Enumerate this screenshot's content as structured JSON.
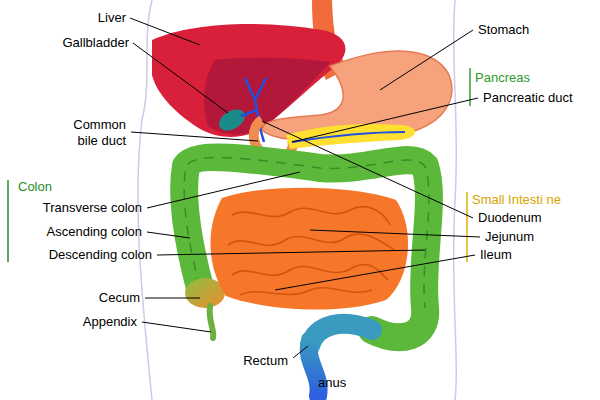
{
  "diagram": {
    "labels": [
      "Liver",
      "Gallbladder",
      "Stomach",
      "Pancreas",
      "Pancreatic duct",
      "Common bile duct",
      "Colon",
      "Small Intesti ne",
      "Transverse colon",
      "Duodenum",
      "Ascending colon",
      "Jejunum",
      "Descending colon",
      "Ileum",
      "Cecum",
      "Appendix",
      "Rectum",
      "anus"
    ]
  }
}
